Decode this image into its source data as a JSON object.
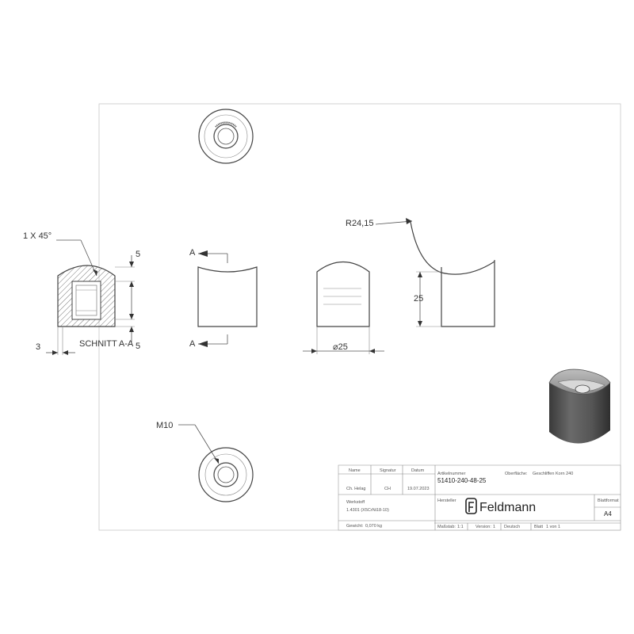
{
  "dimensions": {
    "chamfer": "1 X 45°",
    "section_label": "SCHNITT A-A",
    "dim_top": "5",
    "dim_bottom": "5",
    "dim_wall": "3",
    "section_marker": "A",
    "diameter": "⌀25",
    "radius": "R24,15",
    "height": "25",
    "thread": "M10"
  },
  "title_block": {
    "headers": {
      "name": "Name",
      "signature": "Signatur",
      "date": "Datum",
      "article_number": "Artikelnummer",
      "surface": "Oberfläche:",
      "material": "Werkstoff",
      "manufacturer": "Hersteller",
      "sheet_format": "Blattformat",
      "weight": "Gewicht:",
      "scale": "Maßstab:",
      "version": "Version:",
      "language": "Deutsch",
      "sheet": "Blatt"
    },
    "values": {
      "name": "Ch. Helag",
      "signature": "CH",
      "date": "19.07.2023",
      "article_number": "51410-240-48-25",
      "surface": "Geschliffen Korn 240",
      "material": "1.4301 (X5CrNi18-10)",
      "company": "Feldmann",
      "sheet_format": "A4",
      "weight": "0,070 kg",
      "scale": "1:1",
      "version": "1",
      "sheet": "1 von 1"
    }
  }
}
